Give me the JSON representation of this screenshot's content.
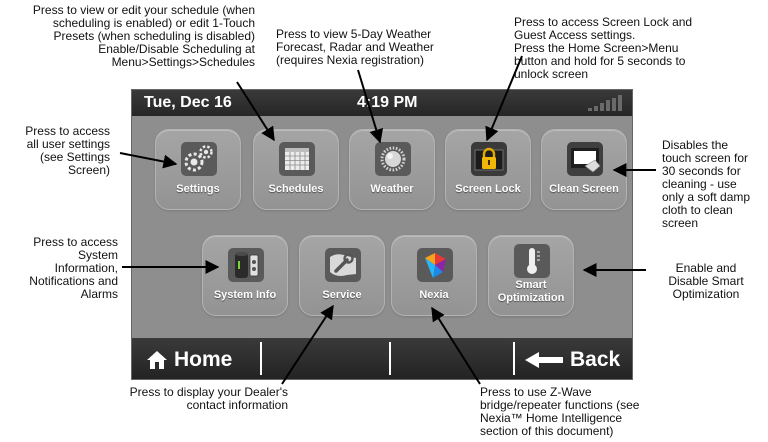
{
  "status_bar": {
    "date": "Tue, Dec 16",
    "time": "4:19 PM"
  },
  "tiles": {
    "settings": {
      "label": "Settings",
      "icon": "gears-icon"
    },
    "schedules": {
      "label": "Schedules",
      "icon": "calendar-icon"
    },
    "weather": {
      "label": "Weather",
      "icon": "sun-icon"
    },
    "screen_lock": {
      "label": "Screen Lock",
      "icon": "padlock-icon"
    },
    "clean_screen": {
      "label": "Clean Screen",
      "icon": "wiping-cloth-icon"
    },
    "system_info": {
      "label": "System Info",
      "icon": "thermostat-unit-icon"
    },
    "service": {
      "label": "Service",
      "icon": "wrench-icon"
    },
    "nexia": {
      "label": "Nexia",
      "icon": "nexia-logo-icon"
    },
    "smart_optimization": {
      "label_line1": "Smart",
      "label_line2": "Optimization",
      "icon": "thermometer-icon"
    }
  },
  "bottom_bar": {
    "home_label": "Home",
    "back_label": "Back"
  },
  "annotations": {
    "schedules": [
      "Press to view or edit your schedule (when",
      "scheduling is enabled) or edit 1-Touch",
      "Presets (when scheduling is disabled)",
      "Enable/Disable Scheduling at",
      "Menu>Settings>Schedules"
    ],
    "weather": [
      "Press to view 5-Day Weather",
      "Forecast, Radar and Weather",
      "(requires Nexia registration)"
    ],
    "screen_lock": [
      "Press to access Screen Lock and",
      "Guest Access settings.",
      "Press the Home Screen>Menu",
      "button and hold for 5 seconds to",
      "unlock screen"
    ],
    "settings": [
      "Press to access",
      "all user settings",
      "(see Settings",
      "Screen)"
    ],
    "clean_screen": [
      "Disables the",
      "touch screen for",
      "30 seconds for",
      "cleaning - use",
      "only a soft damp",
      "cloth to clean",
      "screen"
    ],
    "system_info": [
      "Press to access",
      "System",
      "Information,",
      "Notifications and",
      "Alarms"
    ],
    "smart_optimization": [
      "Enable and",
      "Disable Smart",
      "Optimization"
    ],
    "service": [
      "Press to display your Dealer's",
      "contact information"
    ],
    "nexia": [
      "Press to use Z-Wave",
      "bridge/repeater functions (see",
      "Nexia™ Home Intelligence",
      "section of this document)"
    ]
  },
  "colors": {
    "screen_bg": "#8e8e8e",
    "bar_bg": "#2b2b2b",
    "tile_bg": "#9c9c9c",
    "label": "#ffffff"
  }
}
